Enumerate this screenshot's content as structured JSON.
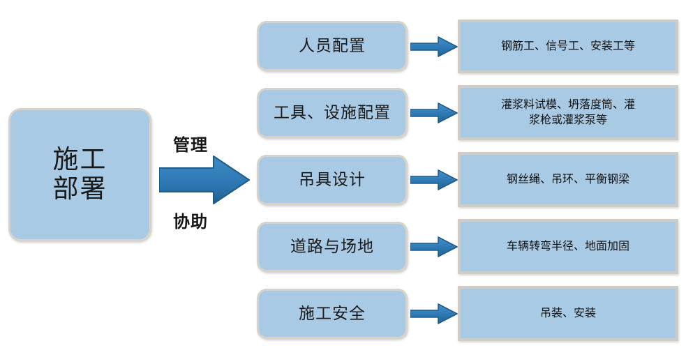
{
  "diagram": {
    "title_node": {
      "label": "施工\n部署"
    },
    "edge_labels": {
      "top": "管理",
      "bottom": "协助"
    },
    "colors": {
      "node_fill": "#A9CAE4",
      "node_border": "#D3D0C9",
      "arrow_fill": "#2E79B5",
      "arrow_stroke": "#1F5C8B",
      "text": "#161616",
      "background": "#FFFFFF"
    },
    "branches": [
      {
        "category": "人员配置",
        "detail": "钢筋工、信号工、安装工等"
      },
      {
        "category": "工具、设施配置",
        "detail": "灌浆料试模、坍落度筒、灌\n浆枪或灌浆泵等"
      },
      {
        "category": "吊具设计",
        "detail": "钢丝绳、吊环、平衡钢梁"
      },
      {
        "category": "道路与场地",
        "detail": "车辆转弯半径、地面加固"
      },
      {
        "category": "施工安全",
        "detail": "吊装、安装"
      }
    ]
  }
}
